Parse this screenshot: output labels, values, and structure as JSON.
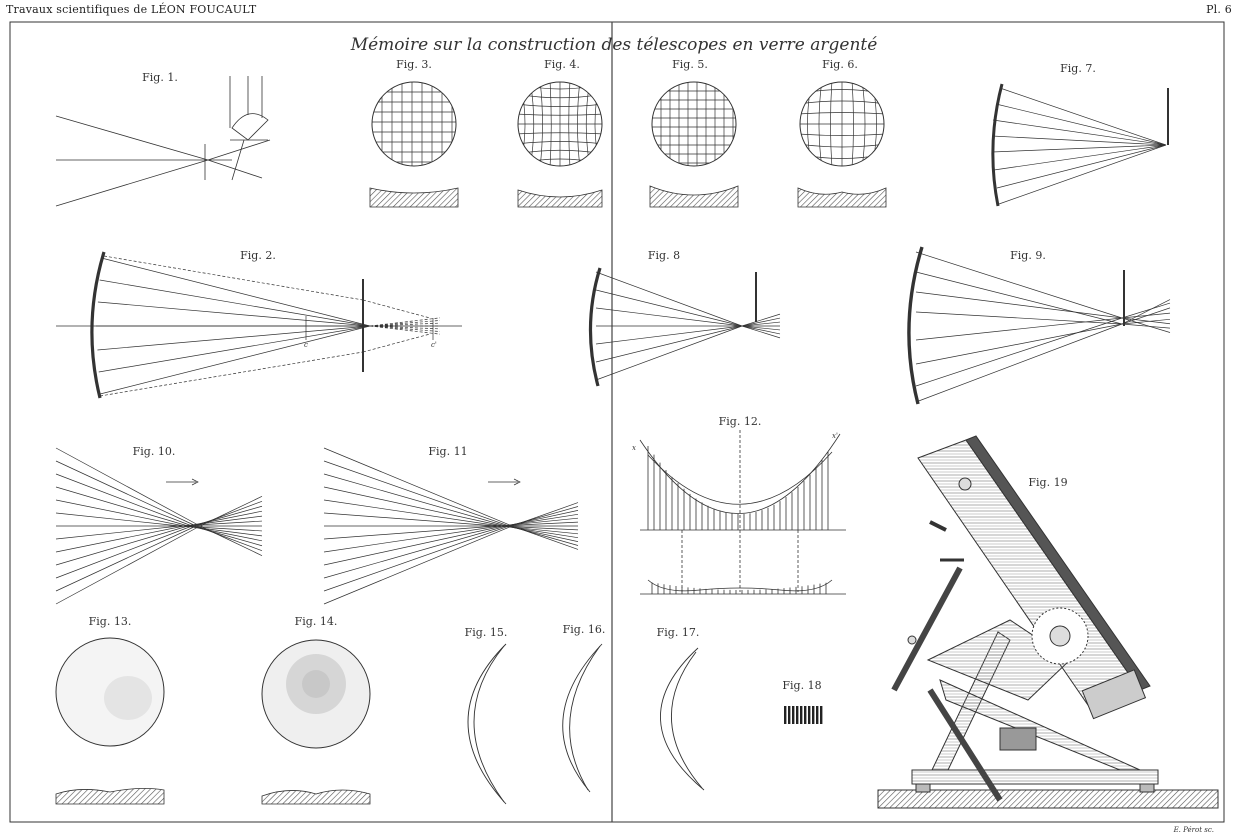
{
  "header": {
    "left": "Travaux scientifiques de LÉON FOUCAULT",
    "right": "Pl. 6"
  },
  "title": "Mémoire sur la construction des télescopes en verre argenté",
  "figures": {
    "fig1": "Fig. 1.",
    "fig2": "Fig. 2.",
    "fig3": "Fig. 3.",
    "fig4": "Fig. 4.",
    "fig5": "Fig. 5.",
    "fig6": "Fig. 6.",
    "fig7": "Fig. 7.",
    "fig8": "Fig. 8",
    "fig9": "Fig. 9.",
    "fig10": "Fig. 10.",
    "fig11": "Fig. 11",
    "fig12": "Fig. 12.",
    "fig13": "Fig. 13.",
    "fig14": "Fig. 14.",
    "fig15": "Fig. 15.",
    "fig16": "Fig. 16.",
    "fig17": "Fig. 17.",
    "fig18": "Fig. 18",
    "fig19": "Fig. 19"
  },
  "fig2_marks": {
    "a": "c",
    "b": "c'"
  },
  "fig12_marks": {
    "a": "x",
    "b": "x'"
  },
  "credit": "E. Pérot sc.",
  "colors": {
    "ink": "#333333",
    "hatch": "#555555",
    "paper": "#ffffff"
  }
}
